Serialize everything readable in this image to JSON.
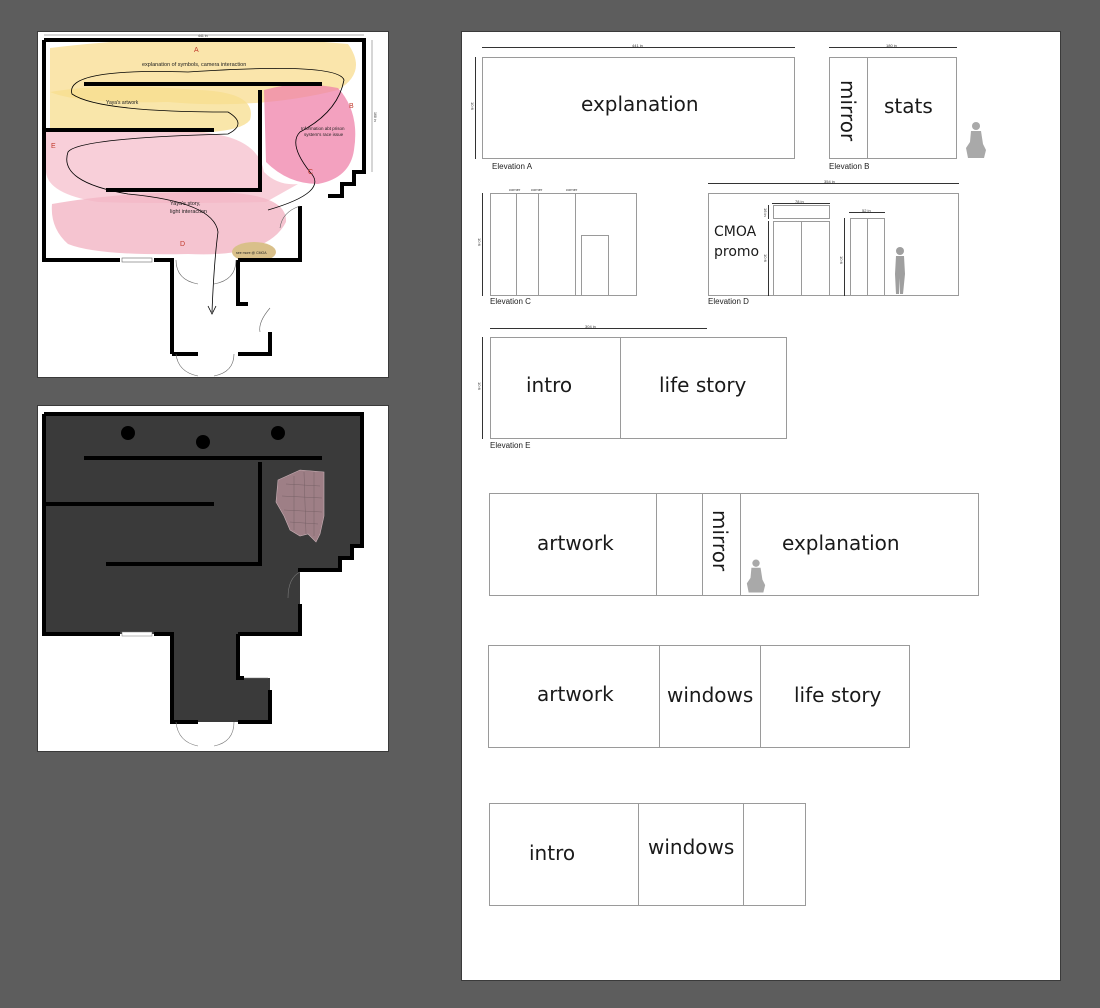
{
  "floor_plan": {
    "zones": {
      "a": "A",
      "b": "B",
      "c": "C",
      "d": "D",
      "e": "E"
    },
    "annotations": {
      "explanation": "explanation of symbols, camera interaction",
      "artwork": "Yaya's artwork",
      "info_line1": "Information abt prison",
      "info_line2": "system's race issue",
      "story_line1": "Yaya's story,",
      "story_line2": "light interaction",
      "cmoa": "see more @ CMOA",
      "top_dim": "441 in",
      "side_dim": "168 in"
    }
  },
  "elevations": {
    "a": {
      "caption": "Elevation A",
      "width_dim": "441 in",
      "height_dim": "10 ft",
      "panel": "explanation"
    },
    "b": {
      "caption": "Elevation B",
      "width_dim": "180 in",
      "panels": [
        "mirror",
        "stats"
      ]
    },
    "c": {
      "caption": "Elevation C",
      "height_dim": "10 ft",
      "corners": [
        "corner",
        "corner",
        "corner"
      ]
    },
    "d": {
      "caption": "Elevation D",
      "width_dim": "354 in",
      "door_dim": "78 in",
      "door2_dim": "52 in",
      "transom_dim": "16 in",
      "door_h": "10 ft",
      "door2_h": "10 ft",
      "panel_line1": "CMOA",
      "panel_line2": "promo"
    },
    "e": {
      "caption": "Elevation E",
      "width_dim": "304 in",
      "height_dim": "10 ft",
      "panels": [
        "intro",
        "life story"
      ]
    }
  },
  "layout_rows": [
    {
      "panels": [
        "artwork",
        "mirror",
        "explanation"
      ]
    },
    {
      "panels": [
        "artwork",
        "windows",
        "life story"
      ]
    },
    {
      "panels": [
        "intro",
        "windows"
      ]
    }
  ]
}
